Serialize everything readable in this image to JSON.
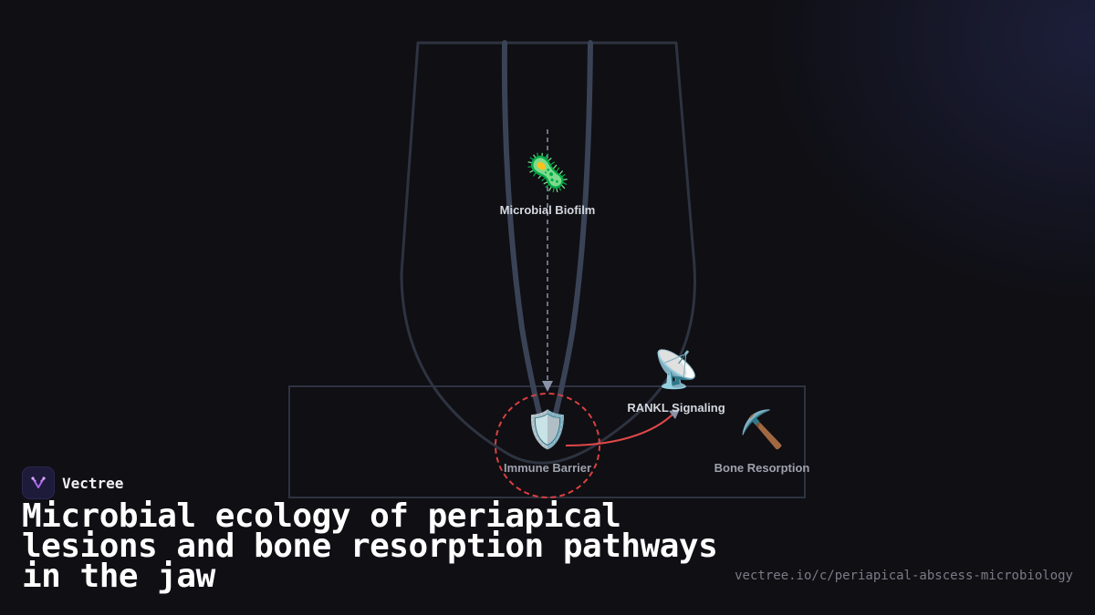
{
  "brand": {
    "name": "Vectree",
    "logo_icon": "vectree-logo-icon"
  },
  "title": "Microbial ecology of periapical lesions and bone resorption pathways in the jaw",
  "source_url": "vectree.io/c/periapical-abscess-microbiology",
  "colors": {
    "background": "#0f0f14",
    "tooth_outline": "#2e3340",
    "canal": "#3a4356",
    "arrow": "#8a93a6",
    "signal_curve": "#e04848",
    "lesion_ring": "#d94040",
    "label_primary": "#d4d7de",
    "label_secondary": "#9ea2ad"
  },
  "nodes": {
    "biofilm": {
      "label": "Microbial Biofilm",
      "icon": "microbe-icon",
      "glyph": "🦠"
    },
    "rankl": {
      "label": "RANKL Signaling",
      "icon": "satellite-dish-icon",
      "glyph": "📡"
    },
    "immune": {
      "label": "Immune Barrier",
      "icon": "shield-icon",
      "glyph": "🛡️"
    },
    "bone": {
      "label": "Bone Resorption",
      "icon": "pick-icon",
      "glyph": "⛏️"
    }
  }
}
